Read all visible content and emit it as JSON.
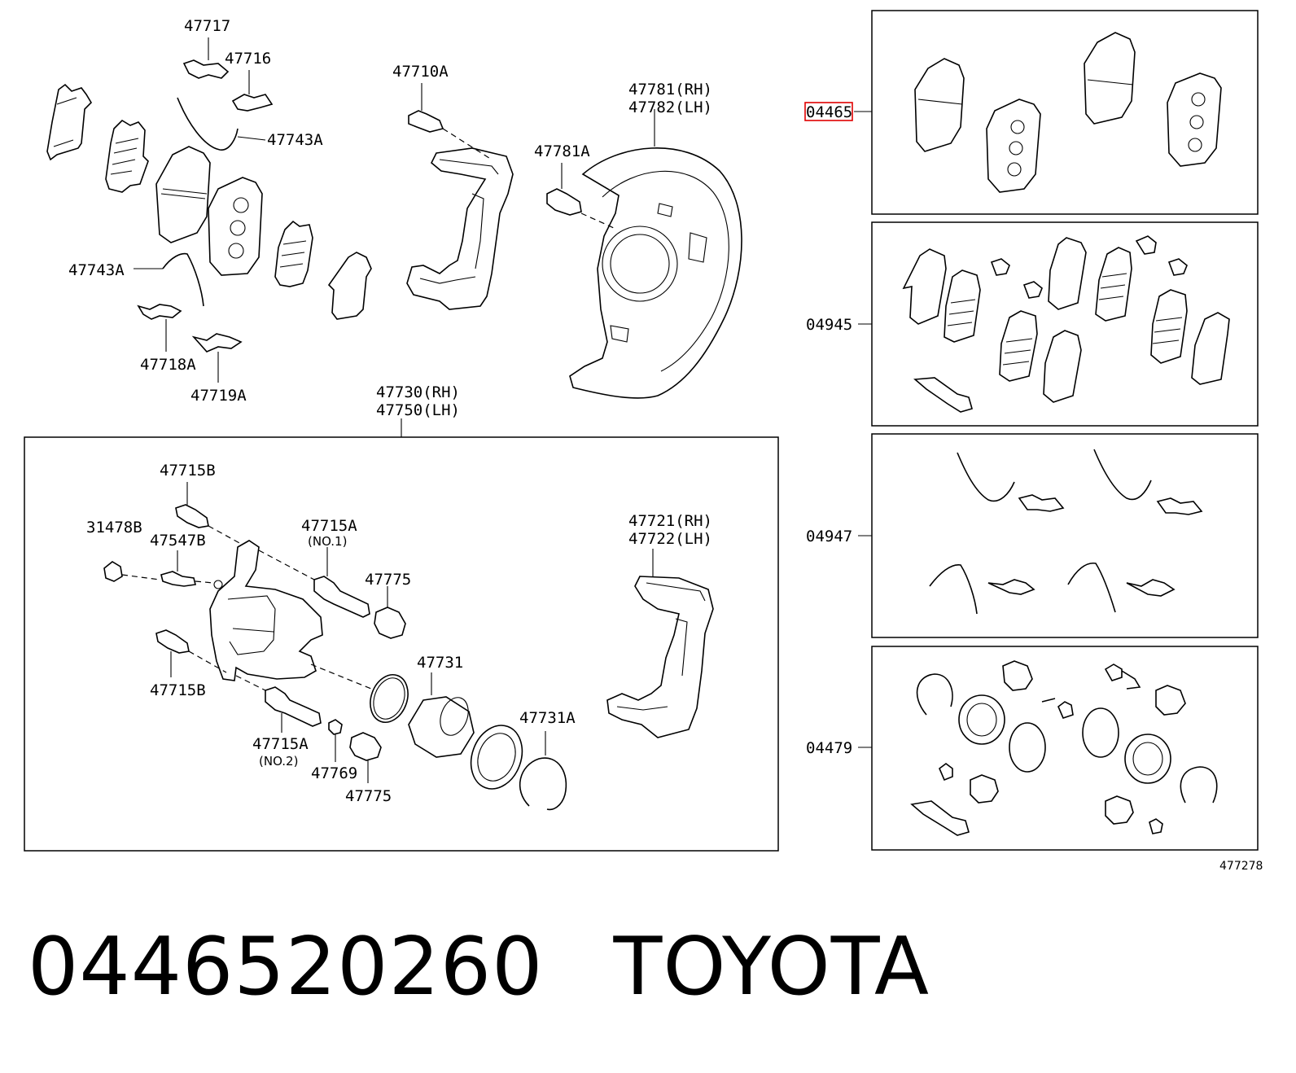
{
  "diagram": {
    "labels": {
      "l47717": "47717",
      "l47716": "47716",
      "l47743A_top": "47743A",
      "l47743A_left": "47743A",
      "l47718A": "47718A",
      "l47719A": "47719A",
      "l47710A": "47710A",
      "l47781A": "47781A",
      "l47781": "47781(RH)",
      "l47782": "47782(LH)",
      "l47730": "47730(RH)",
      "l47750": "47750(LH)",
      "l47715B_top": "47715B",
      "l31478B": "31478B",
      "l47547B": "47547B",
      "l47715A_top": "47715A",
      "no1": "(NO.1)",
      "l47775_top": "47775",
      "l47721": "47721(RH)",
      "l47722": "47722(LH)",
      "l47731": "47731",
      "l47715B_bottom": "47715B",
      "l47731A": "47731A",
      "l47715A_bottom": "47715A",
      "no2": "(NO.2)",
      "l47769": "47769",
      "l47775_bottom": "47775",
      "k04465": "04465",
      "k04945": "04945",
      "k04947": "04947",
      "k04479": "04479",
      "drawing_code": "477278"
    },
    "highlight_color": "#e00000"
  },
  "footer": {
    "part_number": "0446520260",
    "brand": "TOYOTA"
  }
}
